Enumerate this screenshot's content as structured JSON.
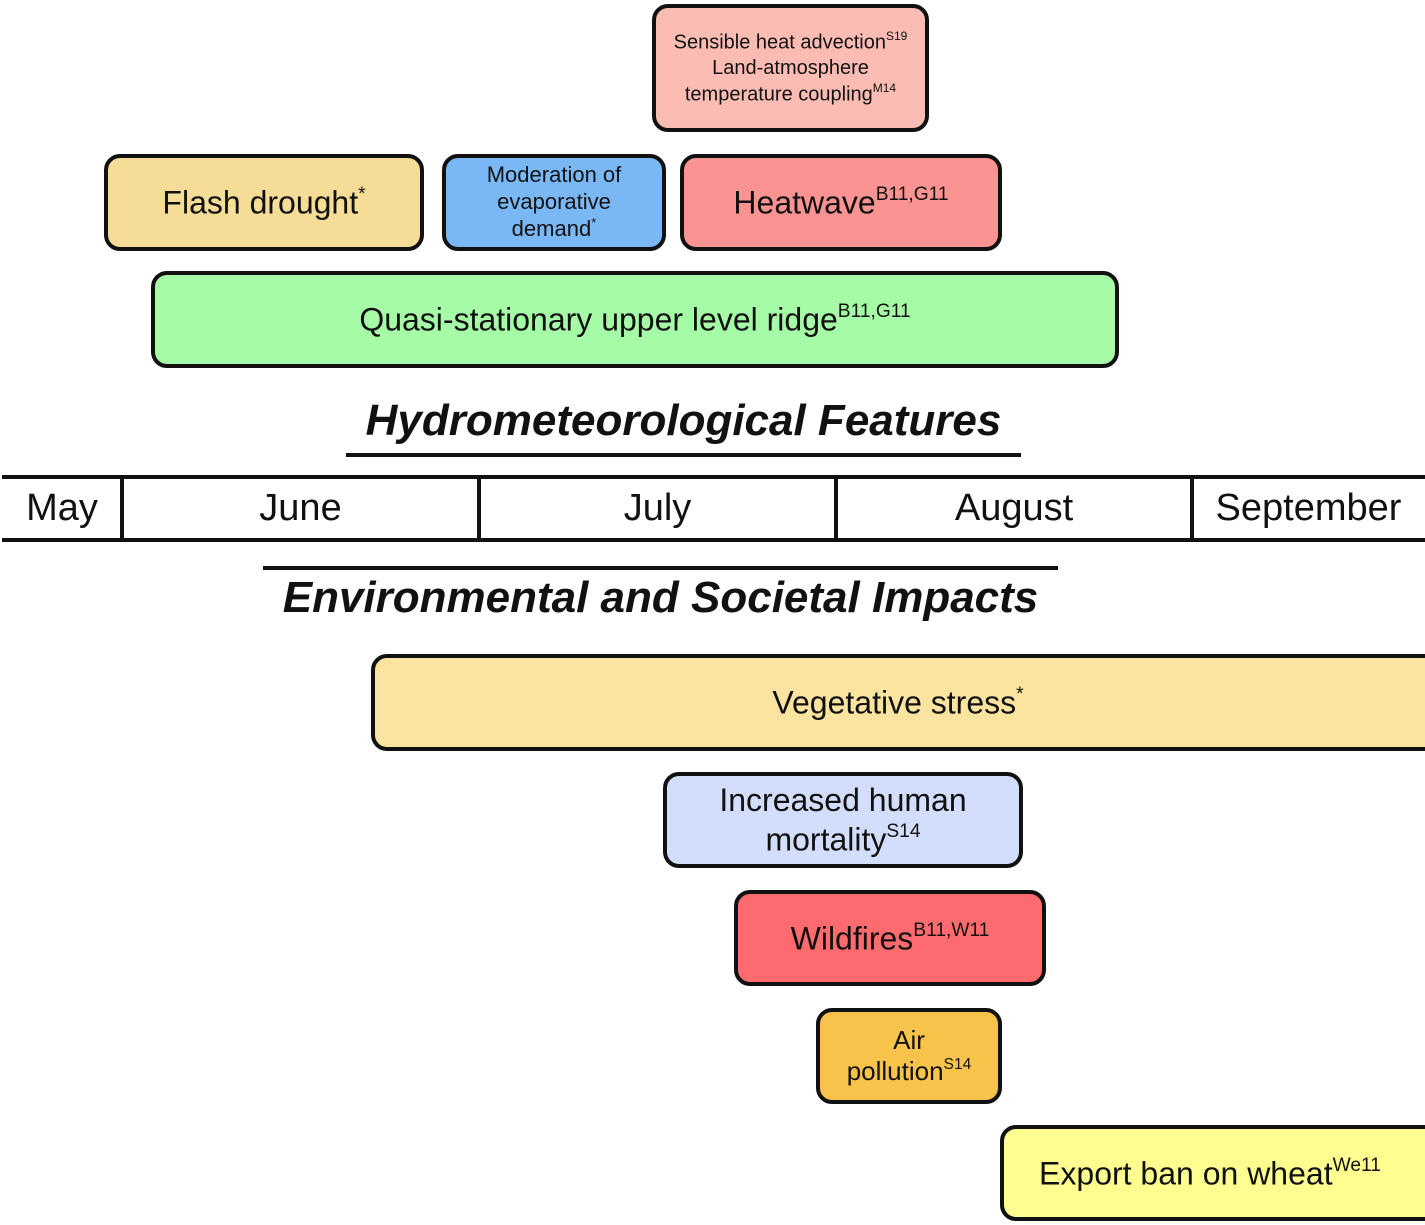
{
  "hydro_features": {
    "title": "Hydrometeorological Features",
    "boxes": [
      {
        "label": "Sensible heat advection",
        "sup": "S19",
        "label2": "Land-atmosphere temperature coupling",
        "sup2": "M14",
        "color": "#fbbcb4"
      },
      {
        "label": "Flash drought",
        "sup": "*",
        "color": "#f5dc97"
      },
      {
        "label": "Moderation of evaporative demand",
        "sup": "*",
        "color": "#7ab8f5"
      },
      {
        "label": "Heatwave",
        "sup": "B11,G11",
        "color": "#fa9391"
      },
      {
        "label": "Quasi-stationary upper level ridge",
        "sup": "B11,G11",
        "color": "#a6fba6"
      }
    ]
  },
  "timeline": {
    "months": [
      "May",
      "June",
      "July",
      "August",
      "September"
    ]
  },
  "impacts": {
    "title": "Environmental and Societal Impacts",
    "boxes": [
      {
        "label": "Vegetative stress",
        "sup": "*",
        "color": "#fbe49f"
      },
      {
        "label": "Increased human mortality",
        "sup": "S14",
        "color": "#d3defc"
      },
      {
        "label": "Wildfires",
        "sup": "B11,W11",
        "color": "#fd6b6e"
      },
      {
        "label": "Air pollution",
        "sup": "S14",
        "color": "#f8c34a"
      },
      {
        "label": "Export ban on wheat",
        "sup": "We11",
        "color": "#fefe90"
      }
    ]
  }
}
